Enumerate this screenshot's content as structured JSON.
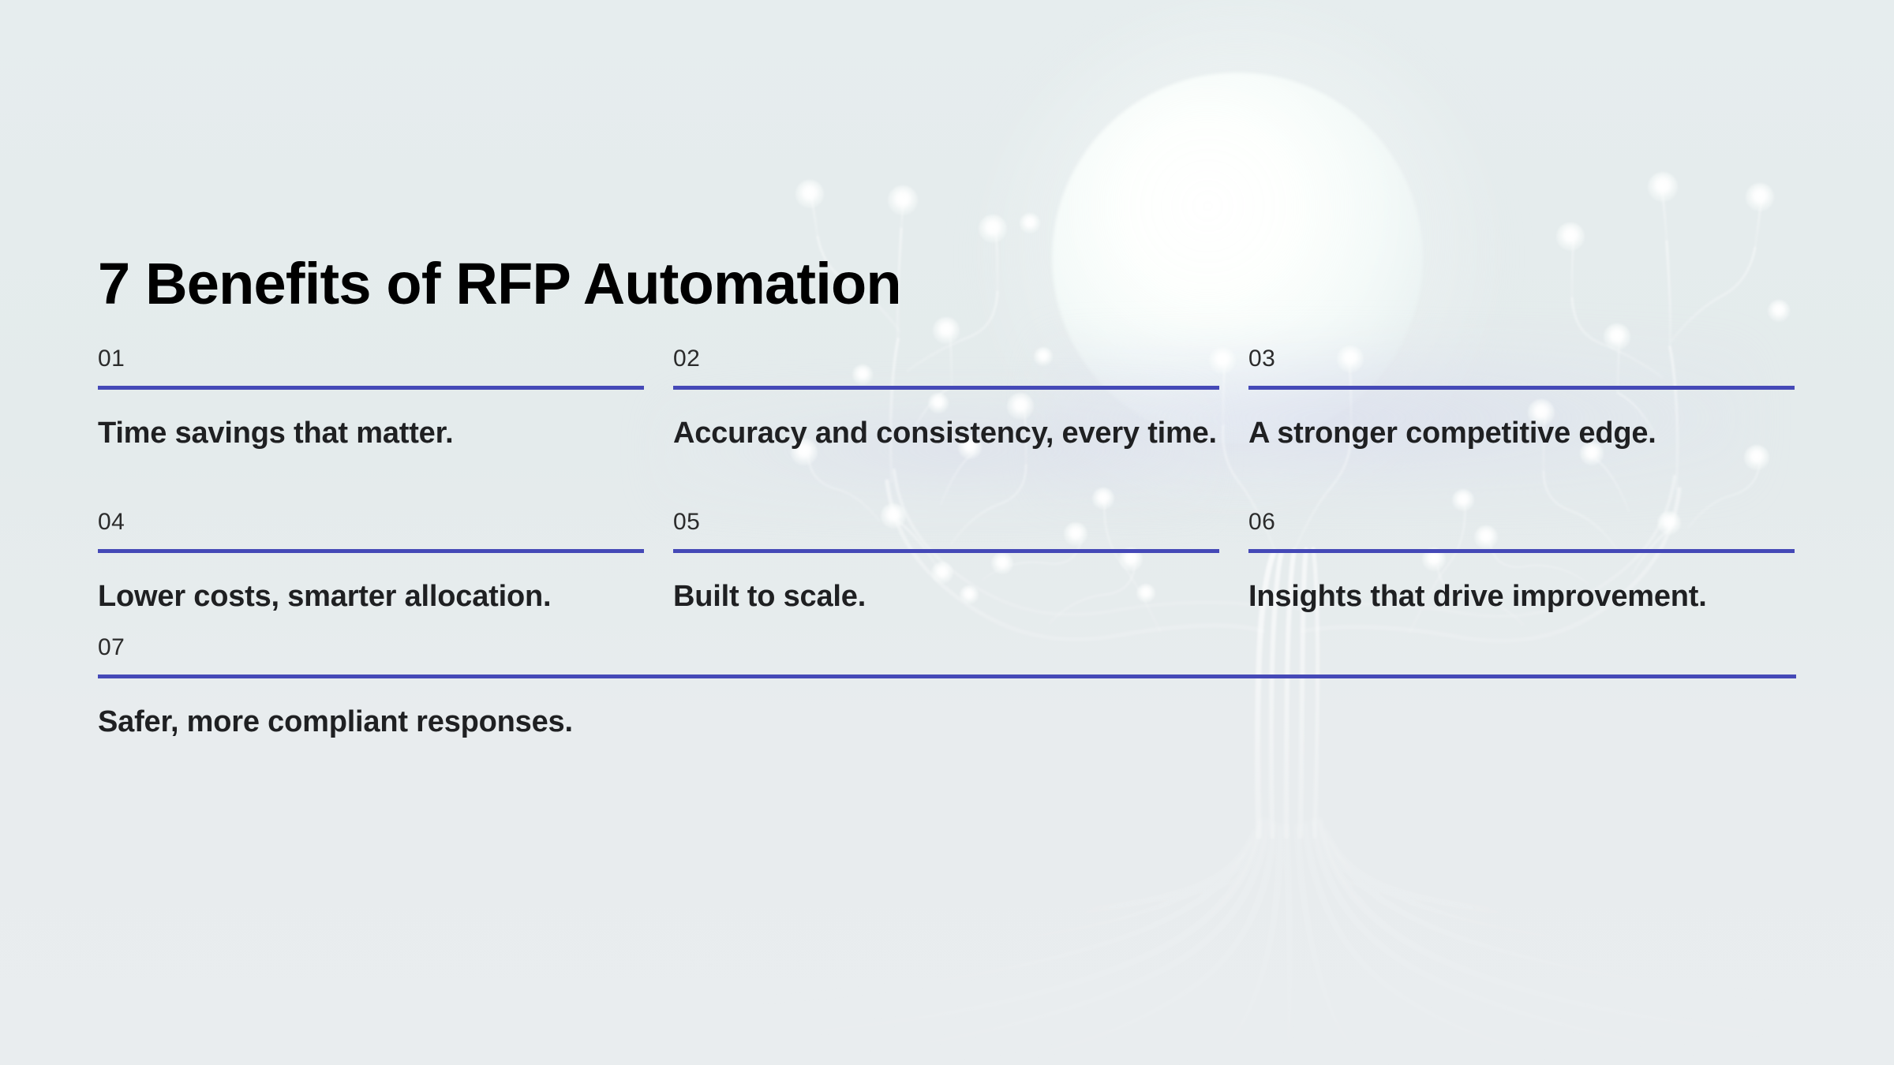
{
  "slide": {
    "title": "7 Benefits of RFP Automation",
    "background_color": "#e4ebec",
    "accent_color": "#4549b7",
    "heading_color": "#000000",
    "body_color": "#1f2022",
    "number_color": "#2b2b2b"
  },
  "benefits": [
    {
      "number": "01",
      "label": "Time savings that matter."
    },
    {
      "number": "02",
      "label": "Accuracy and consistency, every time."
    },
    {
      "number": "03",
      "label": "A stronger competitive edge."
    },
    {
      "number": "04",
      "label": "Lower costs, smarter allocation."
    },
    {
      "number": "05",
      "label": "Built to scale."
    },
    {
      "number": "06",
      "label": "Insights that drive improvement."
    },
    {
      "number": "07",
      "label": "Safer, more compliant responses."
    }
  ],
  "decoration": {
    "motif": "glowing-tree-with-light-nodes",
    "orb": "soft-white-sun-orb"
  }
}
